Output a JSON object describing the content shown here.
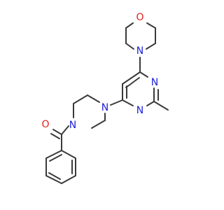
{
  "colors": {
    "background": "#ffffff",
    "bond": "#3a3a3a",
    "nitrogen": "#2121d9",
    "oxygen": "#e0211c"
  },
  "atoms": {
    "morpholine_oxygen": "O",
    "morpholine_nitrogen": "N",
    "pyrimidine_nitrogen_1": "N",
    "pyrimidine_nitrogen_3": "N",
    "piperazine_nitrogen_4": "N",
    "piperazine_nitrogen_1": "N",
    "carbonyl_oxygen": "O"
  }
}
